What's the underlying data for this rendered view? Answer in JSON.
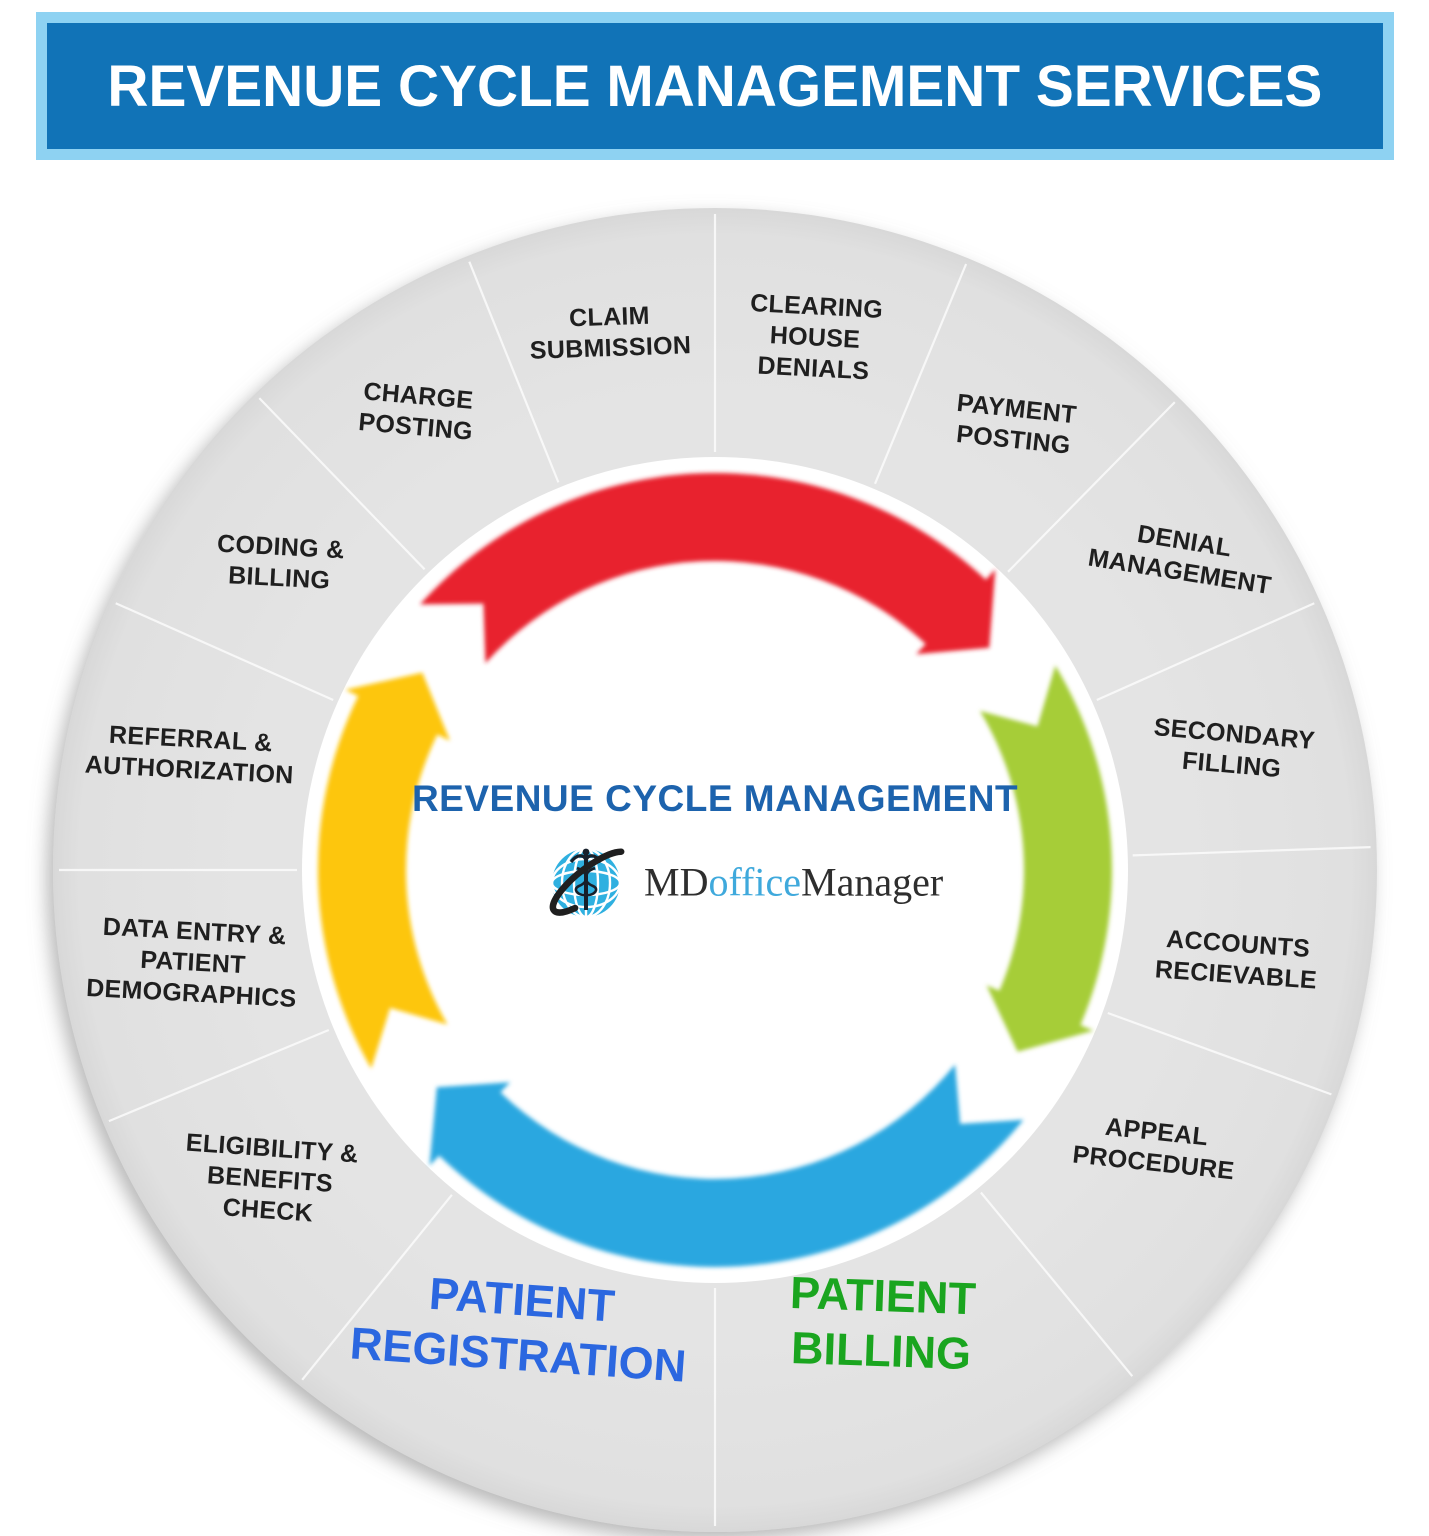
{
  "banner": {
    "title": "REVENUE CYCLE MANAGEMENT SERVICES"
  },
  "wheel": {
    "segments": [
      {
        "label": "CLAIM\nSUBMISSION"
      },
      {
        "label": "CLEARING\nHOUSE\nDENIALS"
      },
      {
        "label": "PAYMENT\nPOSTING"
      },
      {
        "label": "DENIAL\nMANAGEMENT"
      },
      {
        "label": "SECONDARY\nFILLING"
      },
      {
        "label": "ACCOUNTS\nRECIEVABLE"
      },
      {
        "label": "APPEAL\nPROCEDURE"
      },
      {
        "label": "ELIGIBILITY &\nBENEFITS\nCHECK"
      },
      {
        "label": "DATA ENTRY &\nPATIENT\nDEMOGRAPHICS"
      },
      {
        "label": "REFERRAL &\nAUTHORIZATION"
      },
      {
        "label": "CODING &\nBILLING"
      },
      {
        "label": "CHARGE\nPOSTING"
      }
    ],
    "phase_labels": [
      {
        "label": "PATIENT\nREGISTRATION",
        "color": "#2b67e0"
      },
      {
        "label": "PATIENT\nBILLING",
        "color": "#1aa51f"
      }
    ]
  },
  "center": {
    "heading": "REVENUE CYCLE MANAGEMENT",
    "logo_md": "MD",
    "logo_office": "office",
    "logo_manager": "Manager"
  },
  "colors": {
    "banner_bg": "#1173b7",
    "banner_border": "#8ed2f2",
    "heading_blue": "#1d63ad",
    "ring_gray": "#e2e2e2",
    "arc_red": "#e8212d",
    "arc_green": "#a6cd38",
    "arc_blue": "#2ba7e0",
    "arc_yellow": "#fdc608",
    "logo_blue": "#2fb0e0",
    "logo_text_blue": "#3fa9dc",
    "logo_text_dark": "#2e2e2e"
  }
}
